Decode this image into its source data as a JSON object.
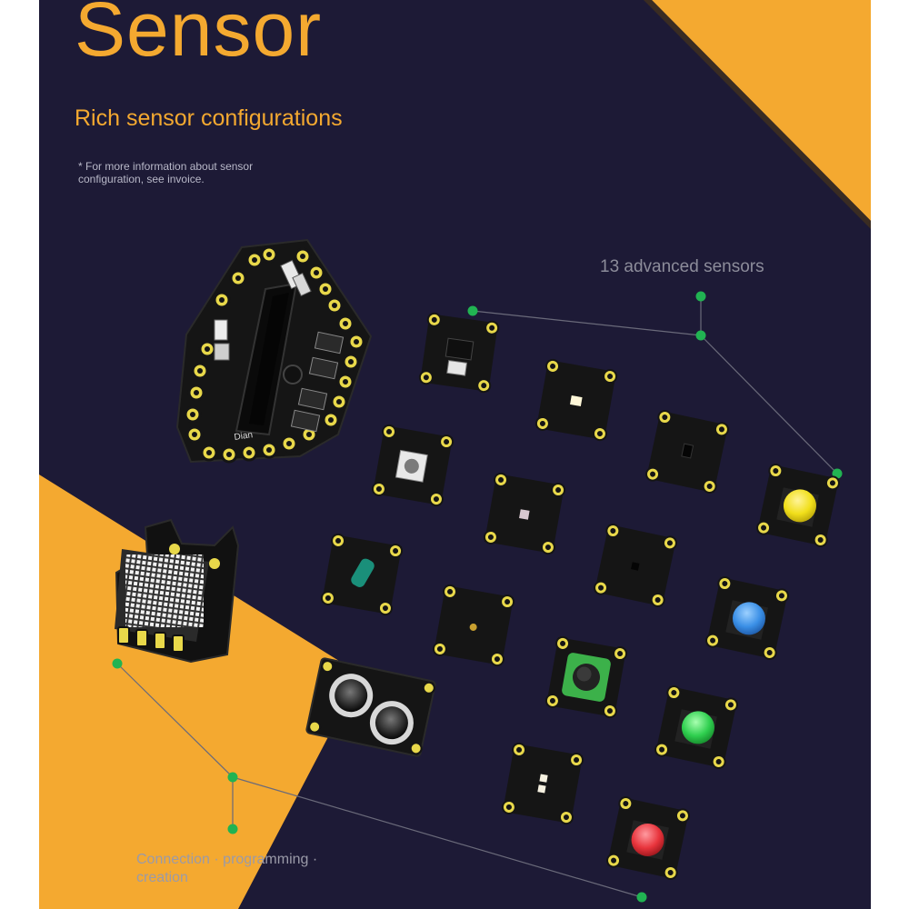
{
  "header": {
    "title": "Sensor",
    "subtitle": "Rich sensor configurations",
    "note": "* For more information about sensor configuration, see invoice."
  },
  "labels": {
    "sensors_callout": "13 advanced sensors",
    "connection_callout": "Connection · programming · creation"
  },
  "board": {
    "lettering": "Dian"
  },
  "colors": {
    "background": "#1d1a36",
    "accent_orange": "#f4a930",
    "pcb": "#1a1a1a",
    "pad_gold": "#e8d84a",
    "node_green": "#21b352",
    "button_yellow": "#f1df1a",
    "button_blue": "#3a8fe6",
    "button_green": "#2fcf4f",
    "button_red": "#e8343c",
    "joystick_green": "#3cb14a",
    "tilt_teal": "#1a8f7a"
  }
}
